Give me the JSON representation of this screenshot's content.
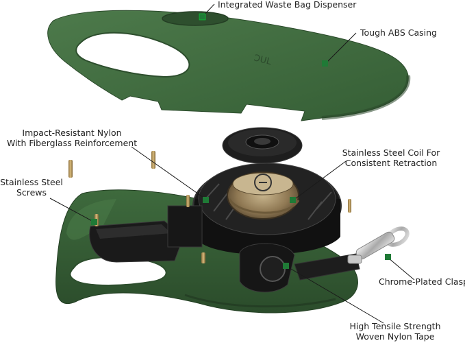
{
  "callouts": {
    "waste_bag": "Integrated Waste Bag Dispenser",
    "casing": "Tough ABS Casing",
    "nylon_line1": "Impact-Resistant Nylon",
    "nylon_line2": "With Fiberglass Reinforcement",
    "coil_line1": "Stainless Steel Coil For",
    "coil_line2": "Consistent Retraction",
    "screws_line1": "Stainless Steel",
    "screws_line2": "Screws",
    "clasp": "Chrome-Plated Clasp",
    "tape_line1": "High Tensile Strength",
    "tape_line2": "Woven Nylon Tape"
  },
  "colors": {
    "casing_green": "#3f6b3f",
    "casing_dark": "#2c4d2c",
    "mechanism_black": "#1c1c1c",
    "coil_bronze": "#9a8461",
    "callout_green": "#2e9a44"
  }
}
